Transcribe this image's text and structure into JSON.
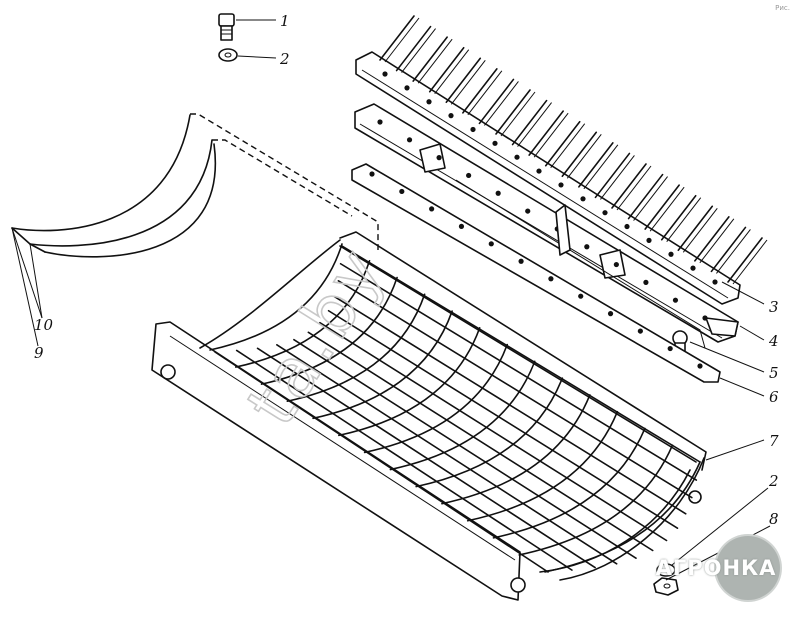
{
  "callouts": [
    {
      "id": "c1",
      "label": "1"
    },
    {
      "id": "c2",
      "label": "2"
    },
    {
      "id": "c3",
      "label": "3"
    },
    {
      "id": "c4",
      "label": "4"
    },
    {
      "id": "c5",
      "label": "5"
    },
    {
      "id": "c6",
      "label": "6"
    },
    {
      "id": "c7",
      "label": "7"
    },
    {
      "id": "c2b",
      "label": "2"
    },
    {
      "id": "c8",
      "label": "8"
    },
    {
      "id": "c10",
      "label": "10"
    },
    {
      "id": "c9",
      "label": "9"
    }
  ],
  "watermark": "ta.by",
  "logo": {
    "text": "АГРОНКА",
    "color": "#aeb4b1"
  },
  "corner_mark": "Рис."
}
